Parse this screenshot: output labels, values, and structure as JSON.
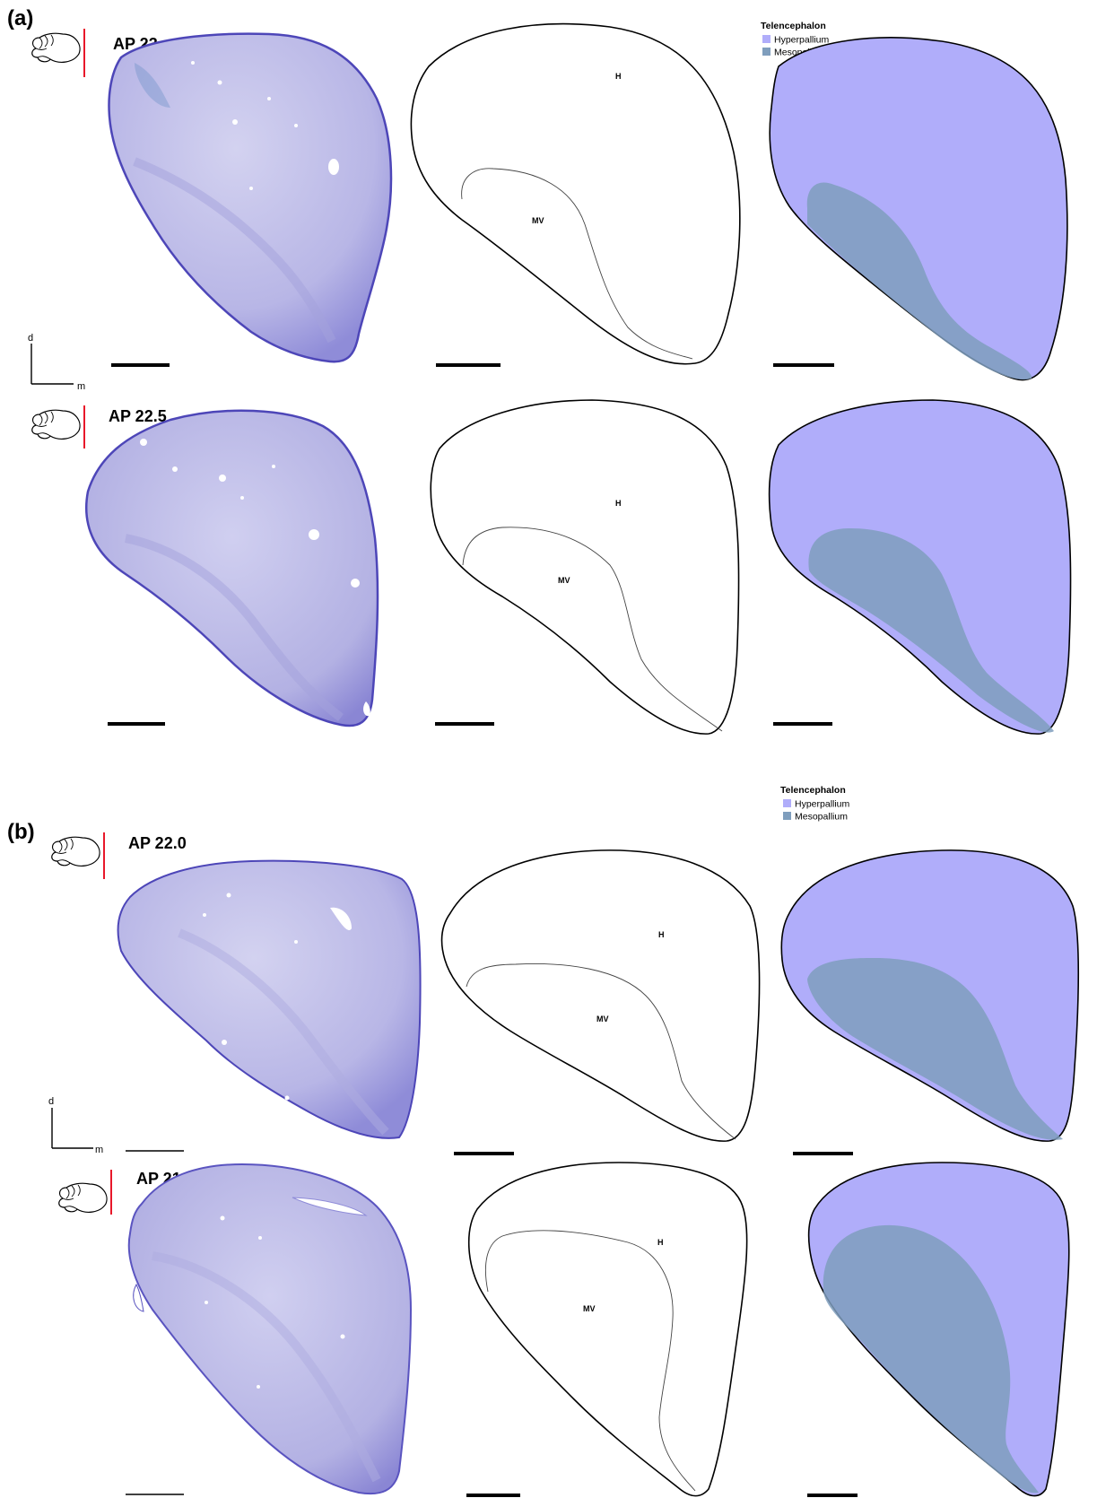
{
  "panels": [
    {
      "label": "(a)",
      "legend": {
        "title": "Telencephalon",
        "items": [
          {
            "label": "Hyperpallium",
            "color": "#b0adfa"
          },
          {
            "label": "Mesopallium",
            "color": "#7f9ebd"
          }
        ]
      },
      "axis": {
        "dorsal": "d",
        "medial": "m"
      },
      "rows": [
        {
          "ap_label": "AP 23",
          "region_h": "H",
          "region_mv": "MV"
        },
        {
          "ap_label": "AP 22.5",
          "region_h": "H",
          "region_mv": "MV"
        }
      ]
    },
    {
      "label": "(b)",
      "legend": {
        "title": "Telencephalon",
        "items": [
          {
            "label": "Hyperpallium",
            "color": "#b0adfa"
          },
          {
            "label": "Mesopallium",
            "color": "#7f9ebd"
          }
        ]
      },
      "axis": {
        "dorsal": "d",
        "medial": "m"
      },
      "rows": [
        {
          "ap_label": "AP 22.0",
          "region_h": "H",
          "region_mv": "MV"
        },
        {
          "ap_label": "AP 21.5",
          "region_h": "H",
          "region_mv": "MV"
        }
      ]
    }
  ],
  "colors": {
    "stain_light": "#c9c8ec",
    "stain_mid": "#a9a7de",
    "stain_edge": "#4d46b8",
    "hyperpallium": "#b0adfa",
    "mesopallium": "#7f9ebd",
    "outline": "#000000",
    "orientation_line": "#e8182a"
  }
}
